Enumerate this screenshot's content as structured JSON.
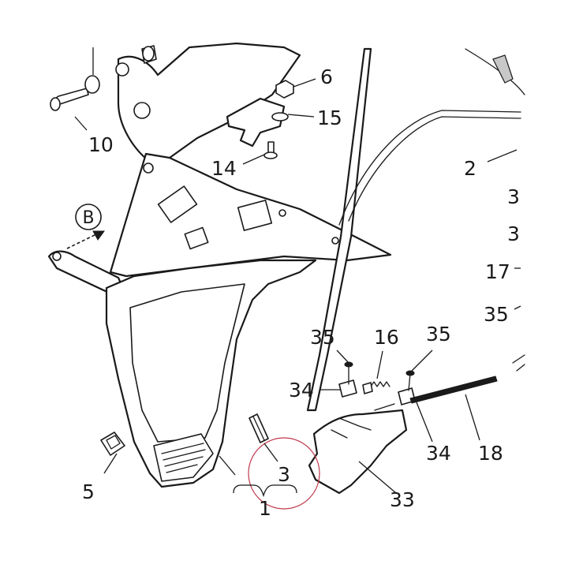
{
  "diagram": {
    "view_marker": "B",
    "highlight_color": "#c0394b",
    "callouts": {
      "c6": "6",
      "c15": "15",
      "c10": "10",
      "c14": "14",
      "c2": "2",
      "c3_edge_a": "3",
      "c3_edge_b": "3",
      "c17": "17",
      "c35_edge": "35",
      "c35_left": "35",
      "c16": "16",
      "c35_right": "35",
      "c34_left": "34",
      "c34_right": "34",
      "c18": "18",
      "c5": "5",
      "c3_circled": "3",
      "c1": "1",
      "c33": "33"
    }
  }
}
